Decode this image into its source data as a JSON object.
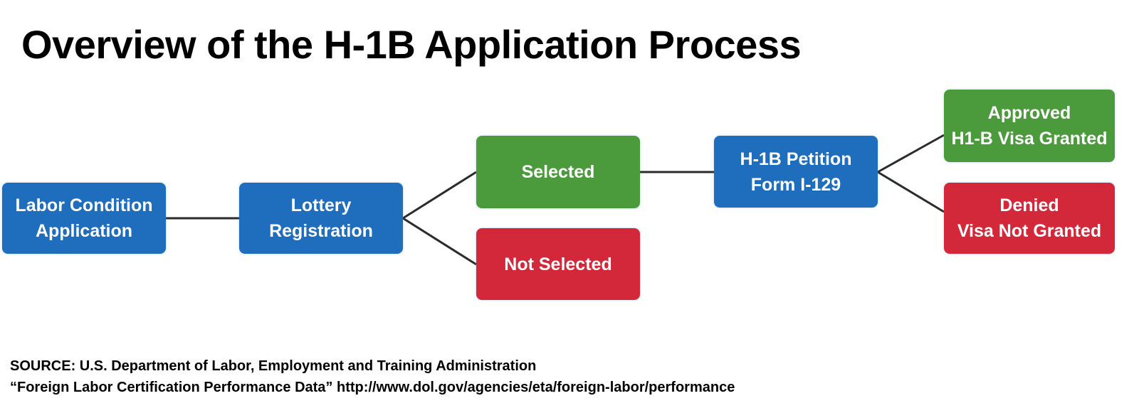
{
  "title": "Overview of the H-1B Application Process",
  "nodes": {
    "lca": {
      "line1": "Labor Condition",
      "line2": "Application"
    },
    "lottery": {
      "line1": "Lottery",
      "line2": "Registration"
    },
    "selected": {
      "line1": "Selected"
    },
    "not_selected": {
      "line1": "Not Selected"
    },
    "petition": {
      "line1": "H-1B Petition",
      "line2": "Form I-129"
    },
    "approved": {
      "line1": "Approved",
      "line2": "H1-B Visa Granted"
    },
    "denied": {
      "line1": "Denied",
      "line2": "Visa Not Granted"
    }
  },
  "colors": {
    "blue": "#1f6ebd",
    "green": "#4b9b3c",
    "red": "#d3283a"
  },
  "source": {
    "line1": "SOURCE: U.S. Department of Labor, Employment and Training Administration",
    "line2": "“Foreign Labor Certification Performance Data” http://www.dol.gov/agencies/eta/foreign-labor/performance"
  }
}
